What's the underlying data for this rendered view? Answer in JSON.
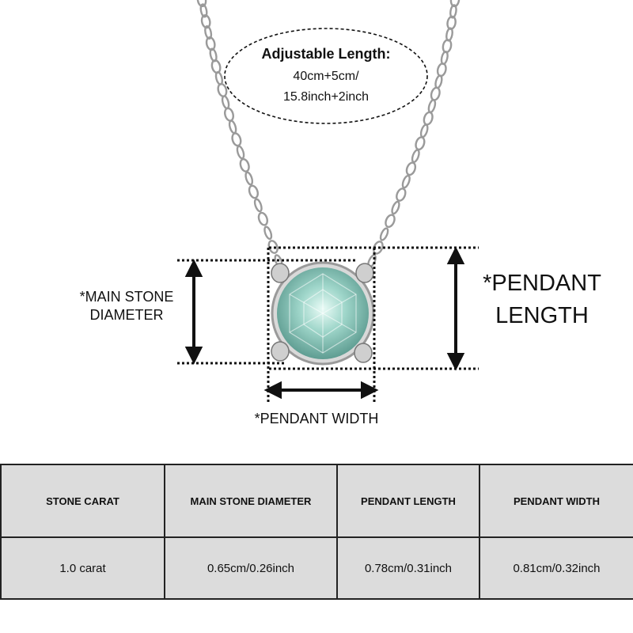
{
  "bubble": {
    "title": "Adjustable Length:",
    "line1": "40cm+5cm/",
    "line2": "15.8inch+2inch"
  },
  "labels": {
    "main_stone_diameter": "*MAIN STONE\nDIAMETER",
    "pendant_length": "*PENDANT\nLENGTH",
    "pendant_width": "*PENDANT WIDTH"
  },
  "table": {
    "headers": [
      "STONE CARAT",
      "MAIN STONE DIAMETER",
      "PENDANT LENGTH",
      "PENDANT WIDTH"
    ],
    "rows": [
      [
        "1.0 carat",
        "0.65cm/0.26inch",
        "0.78cm/0.31inch",
        "0.81cm/0.32inch"
      ]
    ]
  },
  "colors": {
    "stone": "#8ec9bd",
    "metal": "#c8c8c8",
    "table_bg": "#dcdcdc"
  }
}
